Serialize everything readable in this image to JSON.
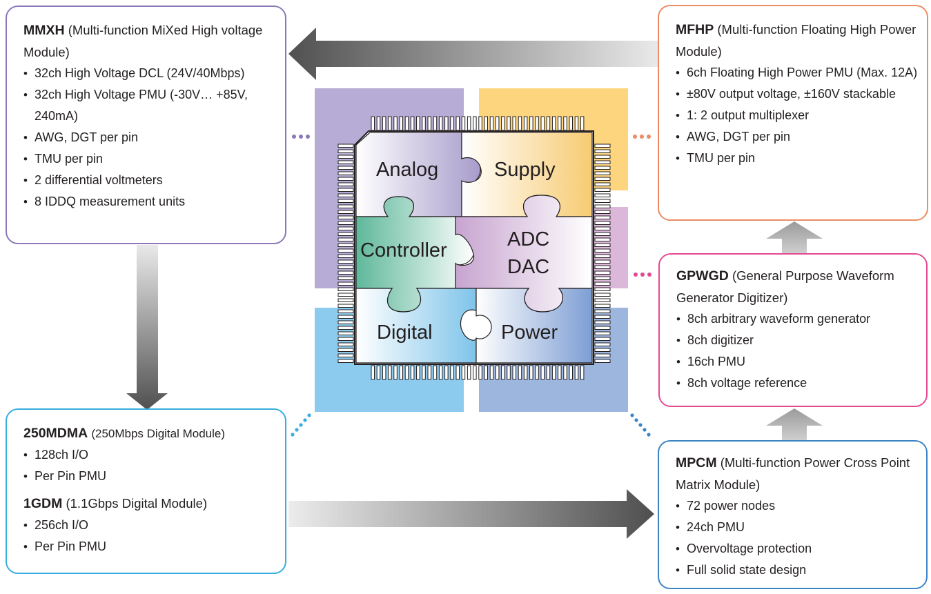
{
  "modules": {
    "mmxh": {
      "code": "MMXH",
      "name": "(Multi-function MiXed High voltage Module)",
      "items": [
        "32ch High Voltage DCL (24V/40Mbps)",
        "32ch High Voltage PMU (-30V… +85V, 240mA)",
        "AWG, DGT per pin",
        "TMU per pin",
        "2 differential voltmeters",
        "8 IDDQ measurement units"
      ],
      "color": "#8b78b8"
    },
    "mfhp": {
      "code": "MFHP",
      "name": "(Multi-function Floating High Power Module)",
      "items": [
        "6ch Floating High Power PMU (Max. 12A)",
        "±80V output voltage, ±160V stackable",
        "1: 2 output multiplexer",
        "AWG, DGT per pin",
        "TMU per pin"
      ],
      "color": "#eb8c63"
    },
    "gpwgd": {
      "code": "GPWGD",
      "name": "(General Purpose Waveform Generator Digitizer)",
      "items": [
        "8ch arbitrary waveform generator",
        "8ch digitizer",
        "16ch PMU",
        "8ch voltage reference"
      ],
      "color": "#e34993"
    },
    "mpcm": {
      "code": "MPCM",
      "name": "(Multi-function Power Cross Point Matrix Module)",
      "items": [
        "72 power nodes",
        "24ch PMU",
        "Overvoltage protection",
        "Full solid state design"
      ],
      "color": "#3b84c4"
    },
    "mdma": {
      "code": "250MDMA",
      "name": "(250Mbps Digital Module)",
      "items": [
        "128ch I/O",
        "Per Pin PMU"
      ],
      "color": "#35aee0"
    },
    "gdm": {
      "code": "1GDM",
      "name": "(1.1Gbps Digital Module)",
      "items": [
        "256ch I/O",
        "Per Pin PMU"
      ],
      "color": "#35aee0"
    }
  },
  "chip": {
    "analog": "Analog",
    "supply": "Supply",
    "controller": "Controller",
    "adc": "ADC",
    "dac": "DAC",
    "digital": "Digital",
    "power": "Power"
  }
}
